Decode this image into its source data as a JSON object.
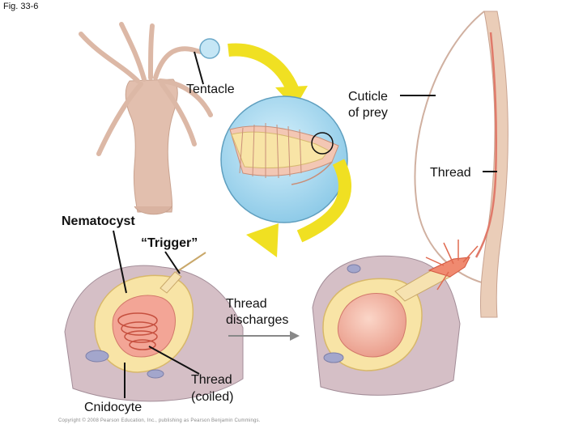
{
  "figure_number": "Fig. 33-6",
  "labels": {
    "tentacle": "Tentacle",
    "cuticle_line1": "Cuticle",
    "cuticle_line2": "of prey",
    "thread": "Thread",
    "nematocyst": "Nematocyst",
    "trigger": "“Trigger”",
    "thread_discharges_line1": "Thread",
    "thread_discharges_line2": "discharges",
    "cnidocyte": "Cnidocyte",
    "thread_coiled_line1": "Thread",
    "thread_coiled_line2": "(coiled)"
  },
  "copyright": "Copyright © 2008 Pearson Education, Inc., publishing as Pearson Benjamin Cummings.",
  "colors": {
    "hydra_body": "#e2bfae",
    "magnified_circle": "#aad8f0",
    "tentacle_tissue": "#f0c2b0",
    "cell_yellow": "#f8e4a6",
    "arrow_yellow": "#f0e022",
    "prey_cuticle": "#eacdb8",
    "nucleus": "#a3a6cc"
  }
}
